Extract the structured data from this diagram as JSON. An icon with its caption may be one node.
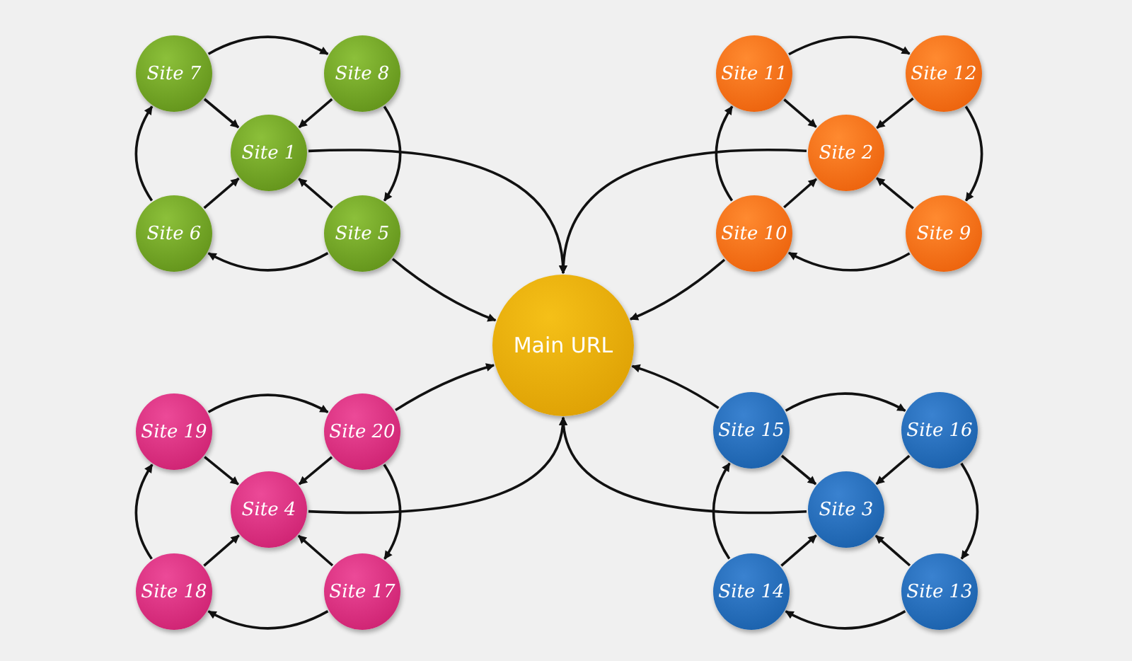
{
  "diagram": {
    "nodes": [
      {
        "text": [
          "Site 7"
        ]
      },
      {
        "text": [
          "Site 8"
        ]
      },
      {
        "text": [
          "Site 1"
        ]
      },
      {
        "text": [
          "Site 6"
        ]
      },
      {
        "text": [
          "Site 5"
        ]
      },
      {
        "text": [
          "Site 11"
        ]
      },
      {
        "text": [
          "Site 12"
        ]
      },
      {
        "text": [
          "Site 2"
        ]
      },
      {
        "text": [
          "Site 10"
        ]
      },
      {
        "text": [
          "Site 9"
        ]
      },
      {
        "text": [
          "Main URL"
        ]
      },
      {
        "text": [
          "Site 19"
        ]
      },
      {
        "text": [
          "Site 20"
        ]
      },
      {
        "text": [
          "Site 4"
        ]
      },
      {
        "text": [
          "Site 18"
        ]
      },
      {
        "text": [
          "Site 17"
        ]
      },
      {
        "text": [
          "Site 15"
        ]
      },
      {
        "text": [
          "Site 16"
        ]
      },
      {
        "text": [
          "Site 3"
        ]
      },
      {
        "text": [
          "Site 14"
        ]
      },
      {
        "text": [
          "Site 13"
        ]
      }
    ],
    "edges": [
      {
        "from": 0,
        "to": 1,
        "arrow": "to"
      },
      {
        "from": 1,
        "to": 4,
        "arrow": "to"
      },
      {
        "from": 4,
        "to": 3,
        "arrow": "to"
      },
      {
        "from": 3,
        "to": 0,
        "arrow": "to"
      },
      {
        "from": 0,
        "to": 2,
        "arrow": "to"
      },
      {
        "from": 1,
        "to": 2,
        "arrow": "to"
      },
      {
        "from": 3,
        "to": 2,
        "arrow": "to"
      },
      {
        "from": 4,
        "to": 2,
        "arrow": "to"
      },
      {
        "from": 2,
        "to": 10,
        "arrow": "to"
      },
      {
        "from": 4,
        "to": 10,
        "arrow": "to"
      },
      {
        "from": 5,
        "to": 6,
        "arrow": "to"
      },
      {
        "from": 6,
        "to": 9,
        "arrow": "to"
      },
      {
        "from": 9,
        "to": 8,
        "arrow": "to"
      },
      {
        "from": 8,
        "to": 5,
        "arrow": "to"
      },
      {
        "from": 5,
        "to": 7,
        "arrow": "to"
      },
      {
        "from": 6,
        "to": 7,
        "arrow": "to"
      },
      {
        "from": 8,
        "to": 7,
        "arrow": "to"
      },
      {
        "from": 9,
        "to": 7,
        "arrow": "to"
      },
      {
        "from": 7,
        "to": 10,
        "arrow": "to"
      },
      {
        "from": 8,
        "to": 10,
        "arrow": "to"
      },
      {
        "from": 11,
        "to": 12,
        "arrow": "to"
      },
      {
        "from": 12,
        "to": 15,
        "arrow": "to"
      },
      {
        "from": 15,
        "to": 14,
        "arrow": "to"
      },
      {
        "from": 14,
        "to": 11,
        "arrow": "to"
      },
      {
        "from": 11,
        "to": 13,
        "arrow": "to"
      },
      {
        "from": 12,
        "to": 13,
        "arrow": "to"
      },
      {
        "from": 14,
        "to": 13,
        "arrow": "to"
      },
      {
        "from": 15,
        "to": 13,
        "arrow": "to"
      },
      {
        "from": 13,
        "to": 10,
        "arrow": "to"
      },
      {
        "from": 12,
        "to": 10,
        "arrow": "to"
      },
      {
        "from": 16,
        "to": 17,
        "arrow": "to"
      },
      {
        "from": 17,
        "to": 20,
        "arrow": "to"
      },
      {
        "from": 20,
        "to": 19,
        "arrow": "to"
      },
      {
        "from": 19,
        "to": 16,
        "arrow": "to"
      },
      {
        "from": 16,
        "to": 18,
        "arrow": "to"
      },
      {
        "from": 17,
        "to": 18,
        "arrow": "to"
      },
      {
        "from": 19,
        "to": 18,
        "arrow": "to"
      },
      {
        "from": 20,
        "to": 18,
        "arrow": "to"
      },
      {
        "from": 18,
        "to": 10,
        "arrow": "to"
      },
      {
        "from": 16,
        "to": 10,
        "arrow": "to"
      }
    ]
  }
}
